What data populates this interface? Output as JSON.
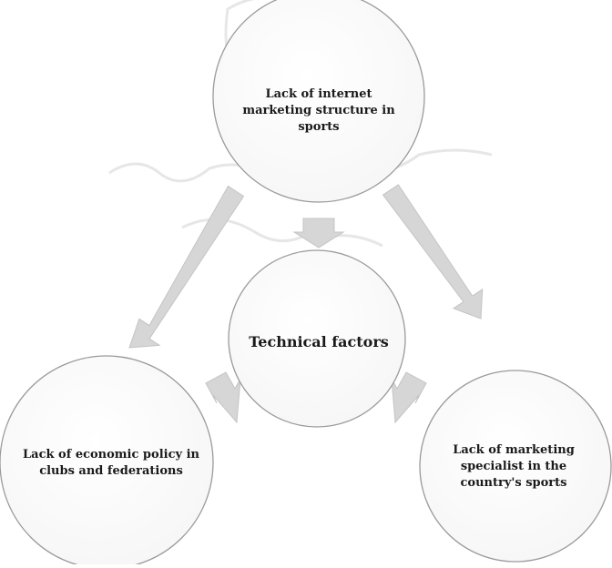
{
  "diagram": {
    "top_node": {
      "label": "Lack of internet marketing structure in sports"
    },
    "center_node": {
      "label": "Technical factors"
    },
    "left_node": {
      "label": "Lack of economic policy in clubs and federations"
    },
    "right_node": {
      "label": "Lack of marketing specialist in the country's sports"
    },
    "colors": {
      "circle_stroke": "#9a9a9a",
      "arrow_fill": "#d6d6d6",
      "text": "#1a1a1a",
      "watermark": "#e4e4e4"
    }
  }
}
